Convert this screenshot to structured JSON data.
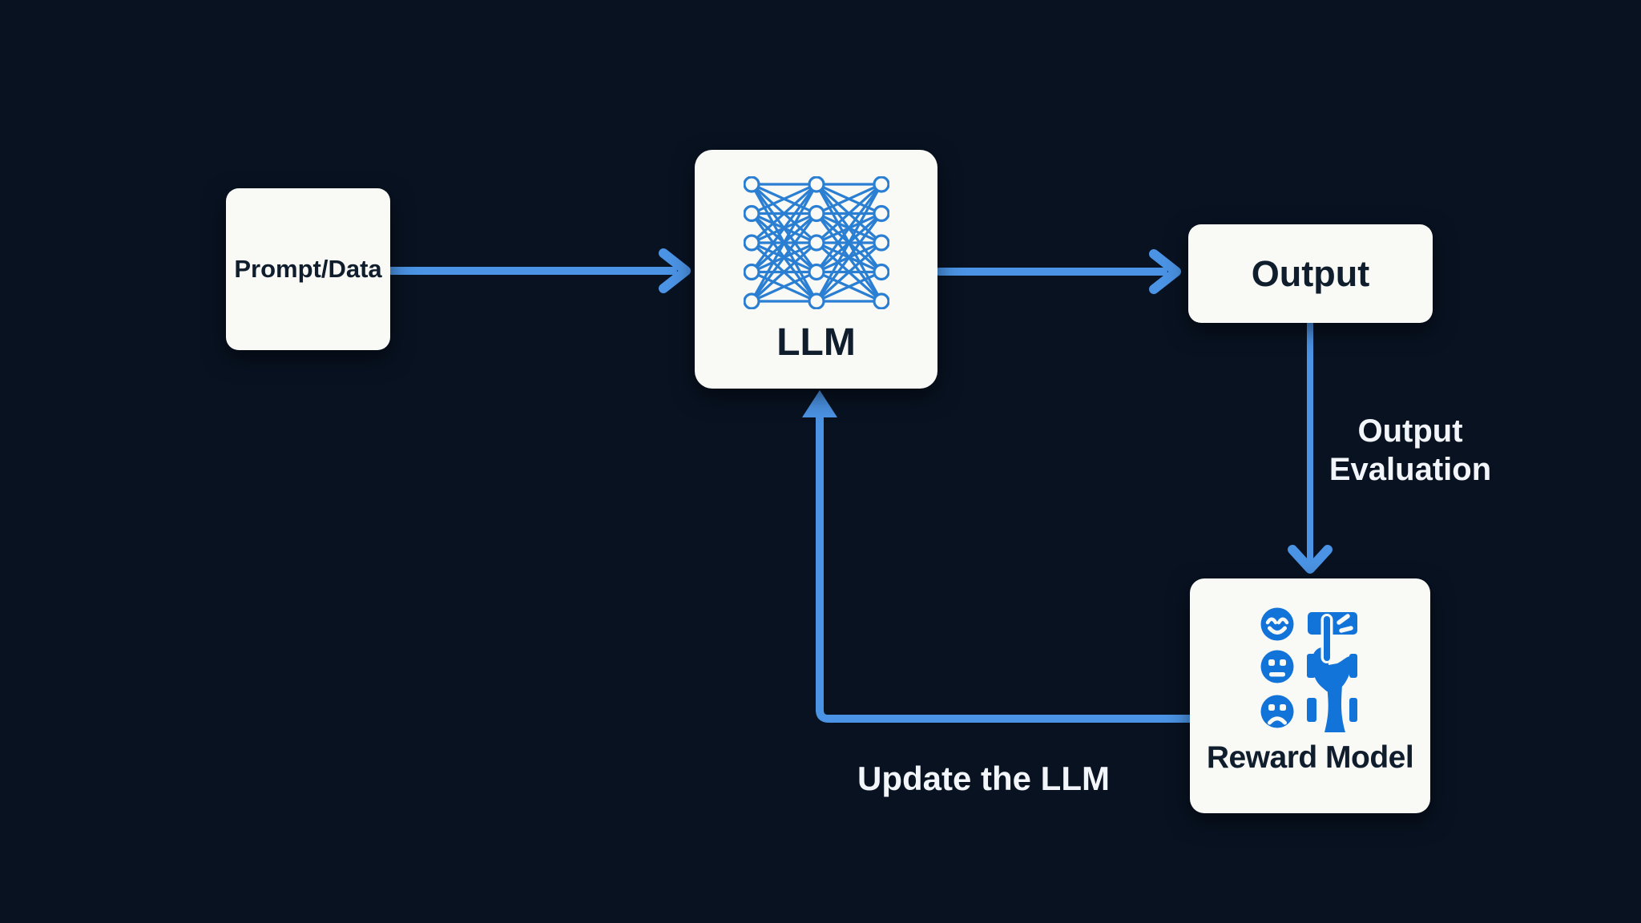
{
  "diagram": {
    "description": "RLHF feedback loop diagram",
    "colors": {
      "background": "#081221",
      "arrow_blue": "#4b93e4",
      "icon_blue": "#1273d8",
      "network_blue": "#2b7fd2",
      "box_fill": "#f9f9f6",
      "box_text": "#0f1d2c",
      "label_text": "#f2f5f9"
    }
  },
  "nodes": {
    "prompt": {
      "label": "Prompt/Data"
    },
    "llm": {
      "label": "LLM",
      "icon": "neural-network-icon"
    },
    "output": {
      "label": "Output"
    },
    "reward": {
      "label": "Reward Model",
      "icon": "human-feedback-rating-icon"
    }
  },
  "edges": {
    "prompt_to_llm": {
      "label": ""
    },
    "llm_to_output": {
      "label": ""
    },
    "output_evaluation": {
      "line1": "Output",
      "line2": "Evaluation"
    },
    "update_llm": {
      "label": "Update the LLM"
    }
  }
}
